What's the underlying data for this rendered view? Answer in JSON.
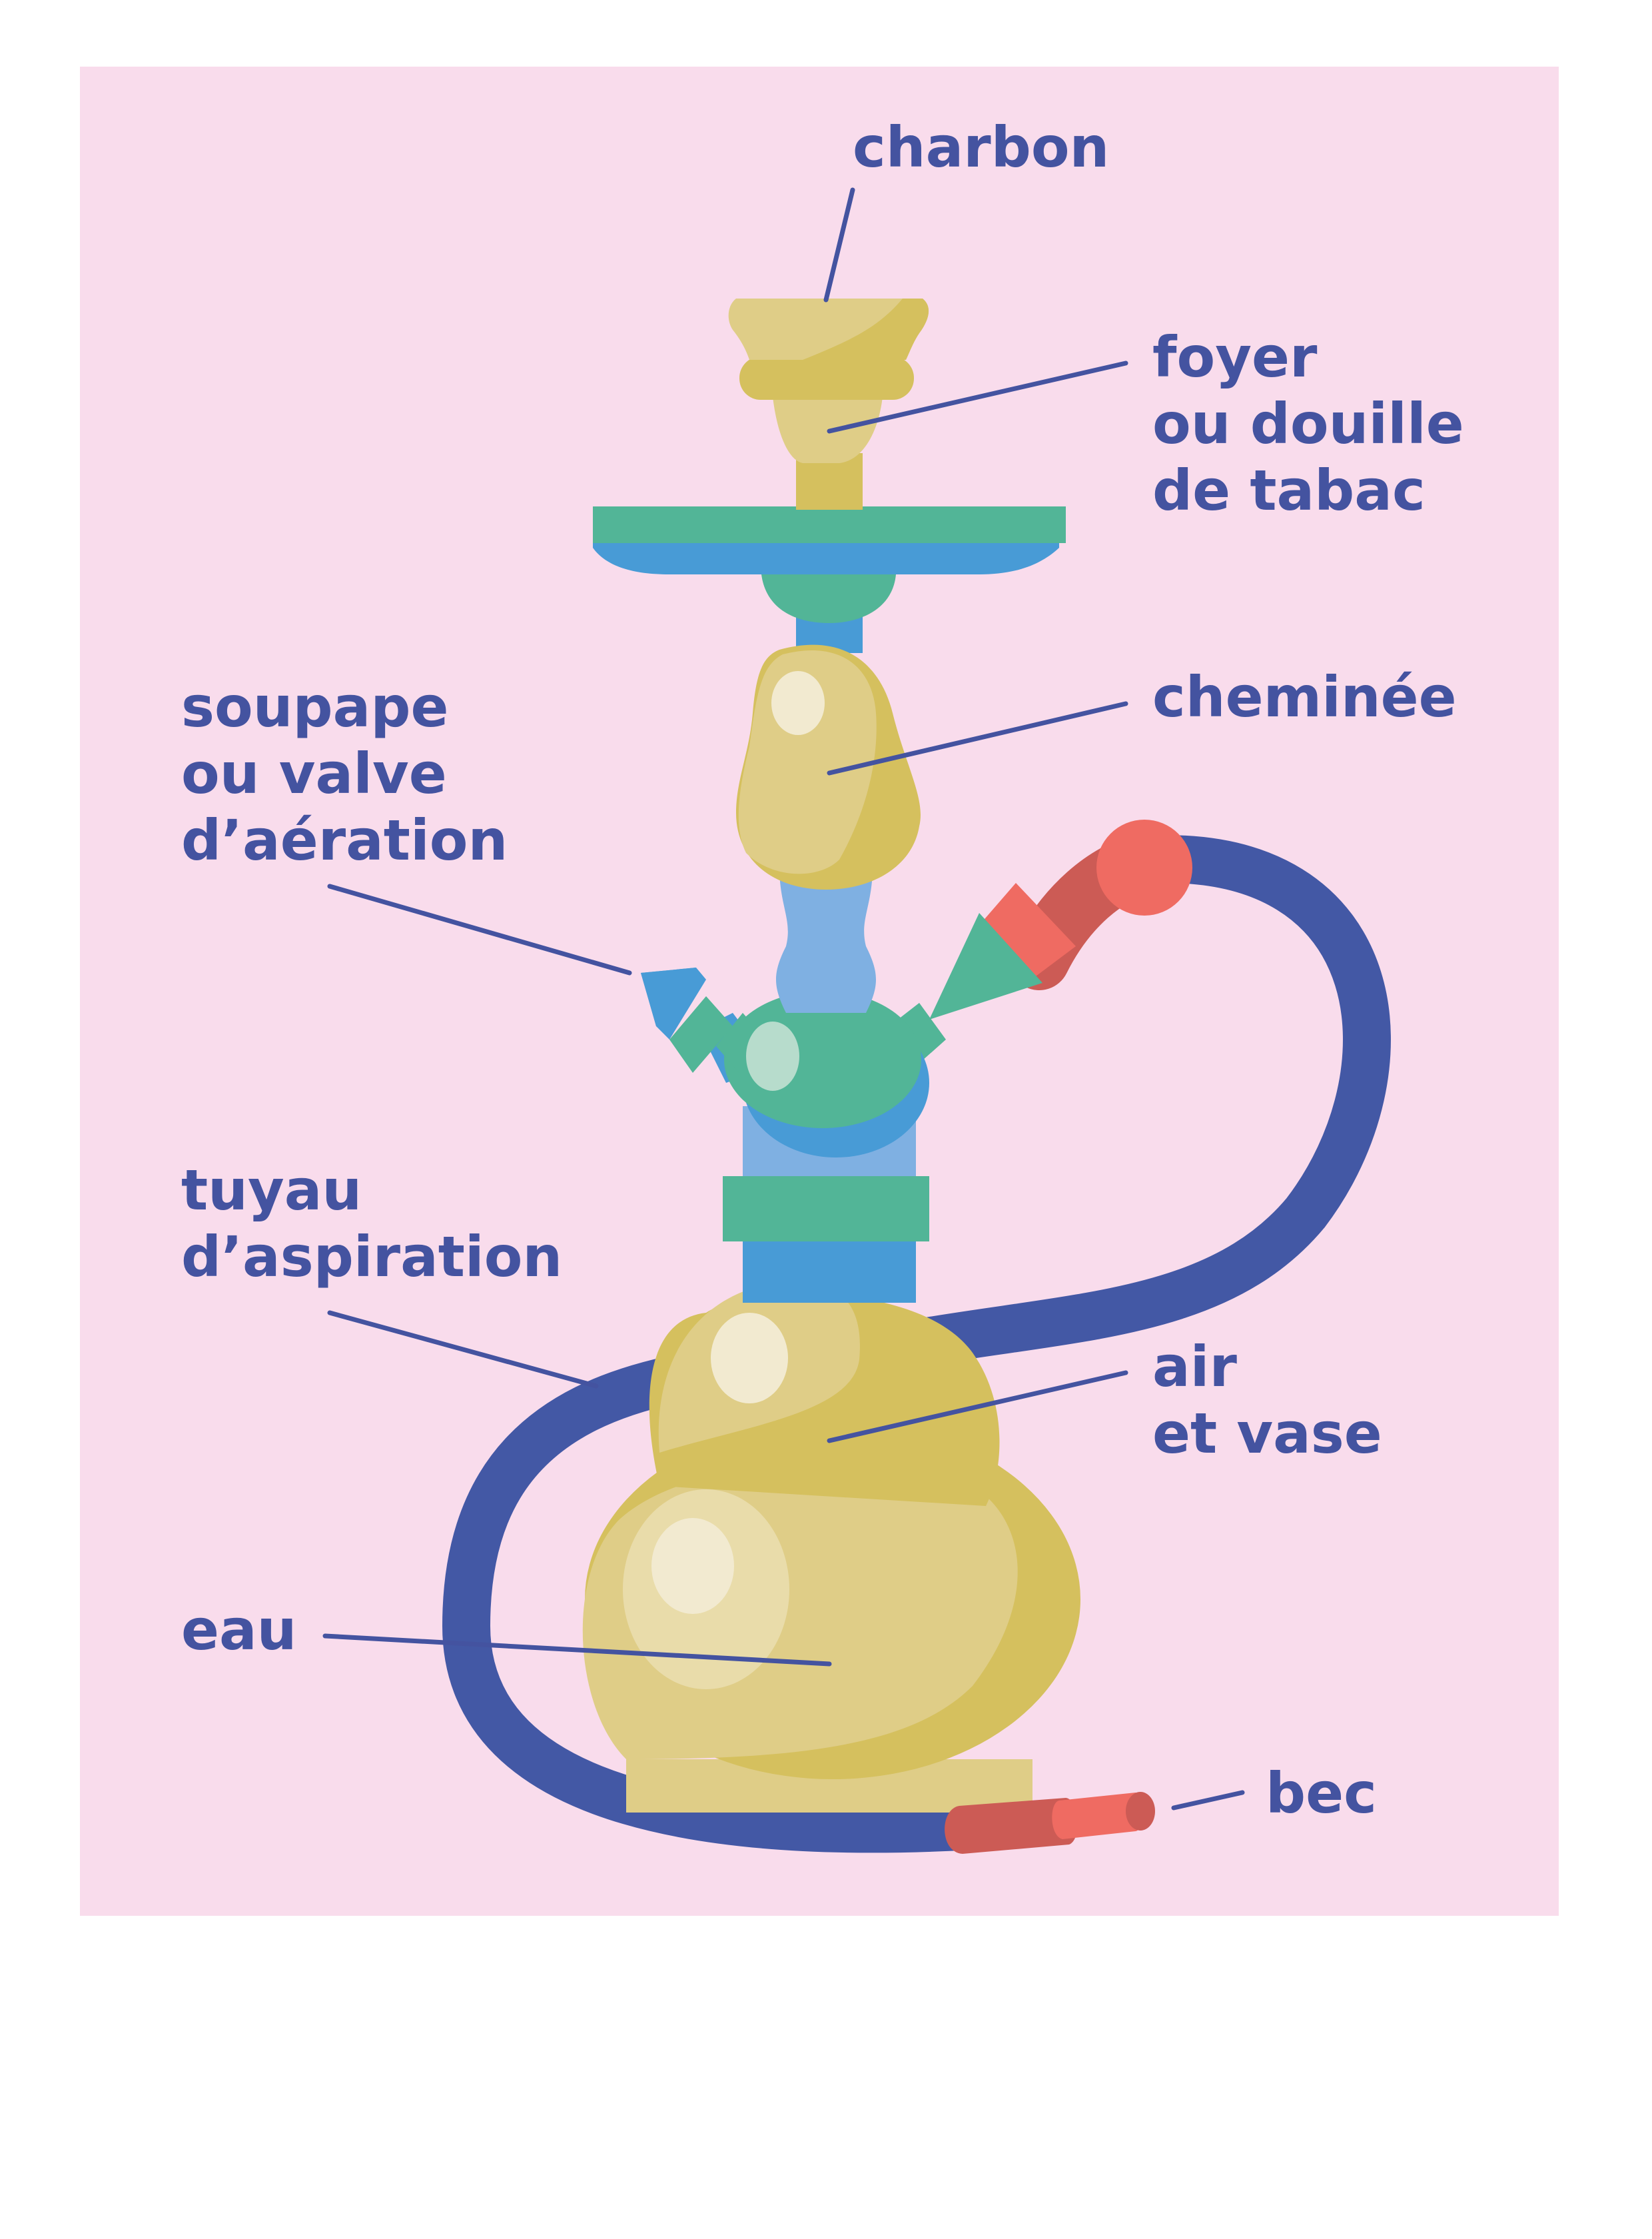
{
  "colors": {
    "background": "#f9dcec",
    "label_text": "#4453a0",
    "leader_line": "#4453a0",
    "gold": "#d5c05e",
    "gold_light": "#dfcd87",
    "gold_highlight": "#f2ead0",
    "green": "#52b597",
    "blue": "#489bd6",
    "blue_light": "#7fb0e2",
    "hose": "#4358a5",
    "red": "#ef6b62",
    "red_dark": "#cc5b55"
  },
  "labels": {
    "charbon": [
      "charbon"
    ],
    "foyer": [
      "foyer",
      "ou douille",
      "de tabac"
    ],
    "cheminee": [
      "cheminée"
    ],
    "soupape": [
      "soupape",
      "ou valve",
      "d’aération"
    ],
    "tuyau": [
      "tuyau",
      "d’aspiration"
    ],
    "air_vase": [
      "air",
      "et vase"
    ],
    "eau": [
      "eau"
    ],
    "bec": [
      "bec"
    ]
  }
}
